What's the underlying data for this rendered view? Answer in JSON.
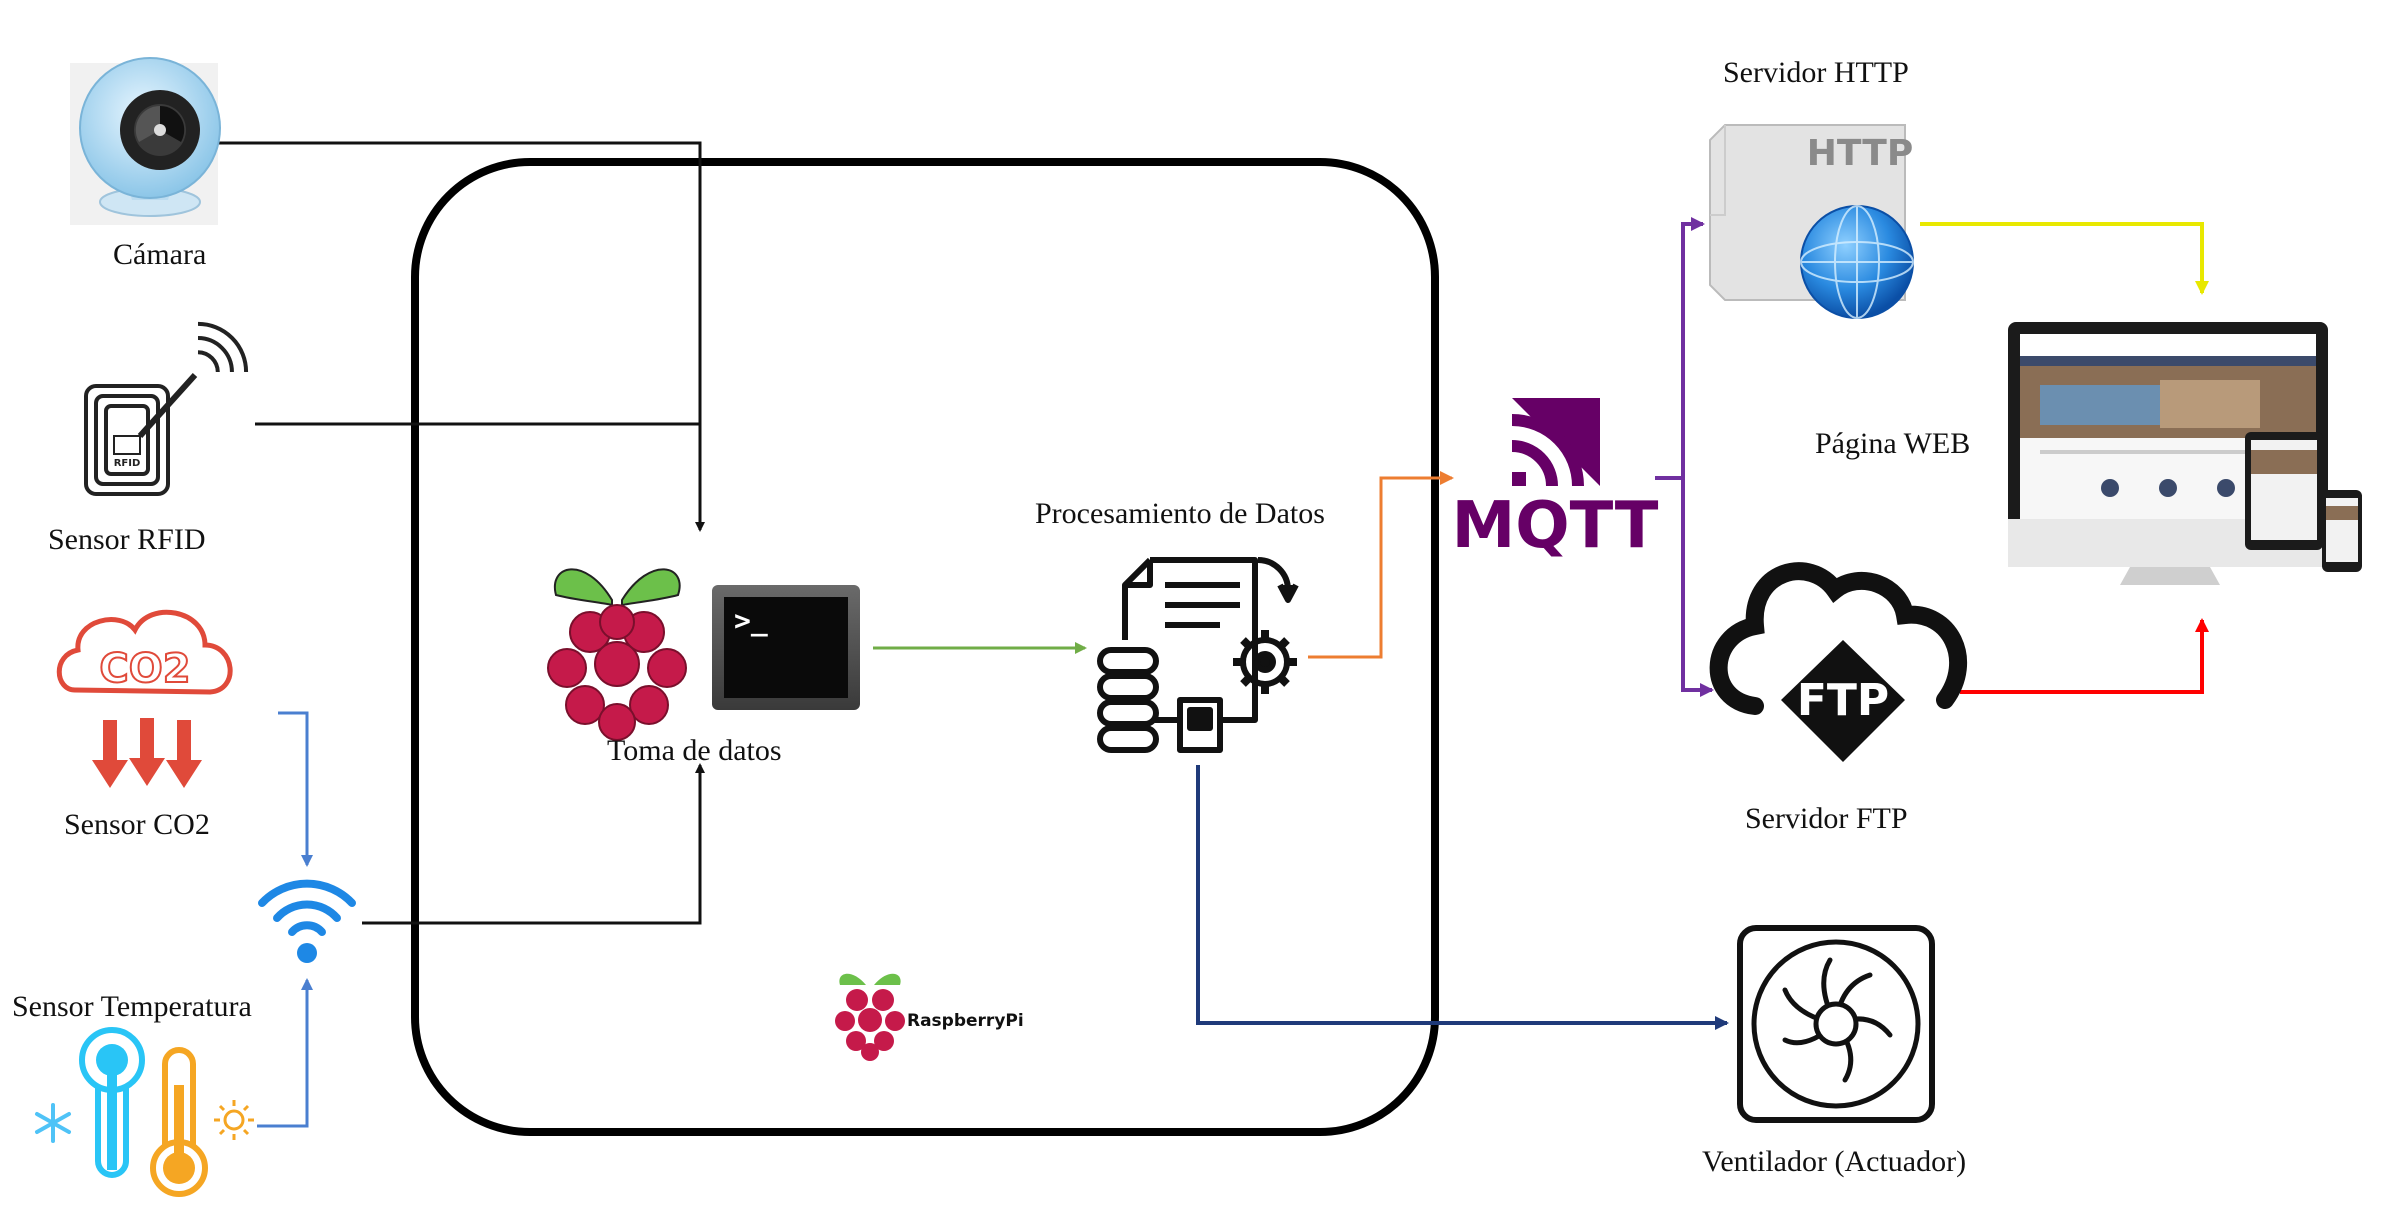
{
  "labels": {
    "camera": "Cámara",
    "rfid": "Sensor RFID",
    "co2": "Sensor CO2",
    "temperature": "Sensor Temperatura",
    "data_capture": "Toma de datos",
    "processing": "Procesamiento de Datos",
    "mqtt": "MQTT",
    "http_server": "Servidor HTTP",
    "ftp_server": "Servidor FTP",
    "web_page": "Página WEB",
    "fan": "Ventilador (Actuador)",
    "raspberry_logo": "RaspberryPi"
  },
  "icon_text": {
    "rfid": "RFID",
    "co2": "CO2",
    "http": "HTTP",
    "ftp": "FTP",
    "terminal": ">_"
  },
  "colors": {
    "sensor_arrows": "#111111",
    "wireless_arrows": "#4a7fd0",
    "capture_to_processing": "#70ad47",
    "processing_to_mqtt": "#ed7d31",
    "mqtt_branch": "#7030a0",
    "http_to_web": "#ffff00",
    "ftp_to_web": "#ff0000",
    "processing_to_fan": "#1f3a7a",
    "mqtt_brand": "#660066",
    "raspberry_red": "#c51a4a",
    "raspberry_leaf": "#6cc04a"
  }
}
